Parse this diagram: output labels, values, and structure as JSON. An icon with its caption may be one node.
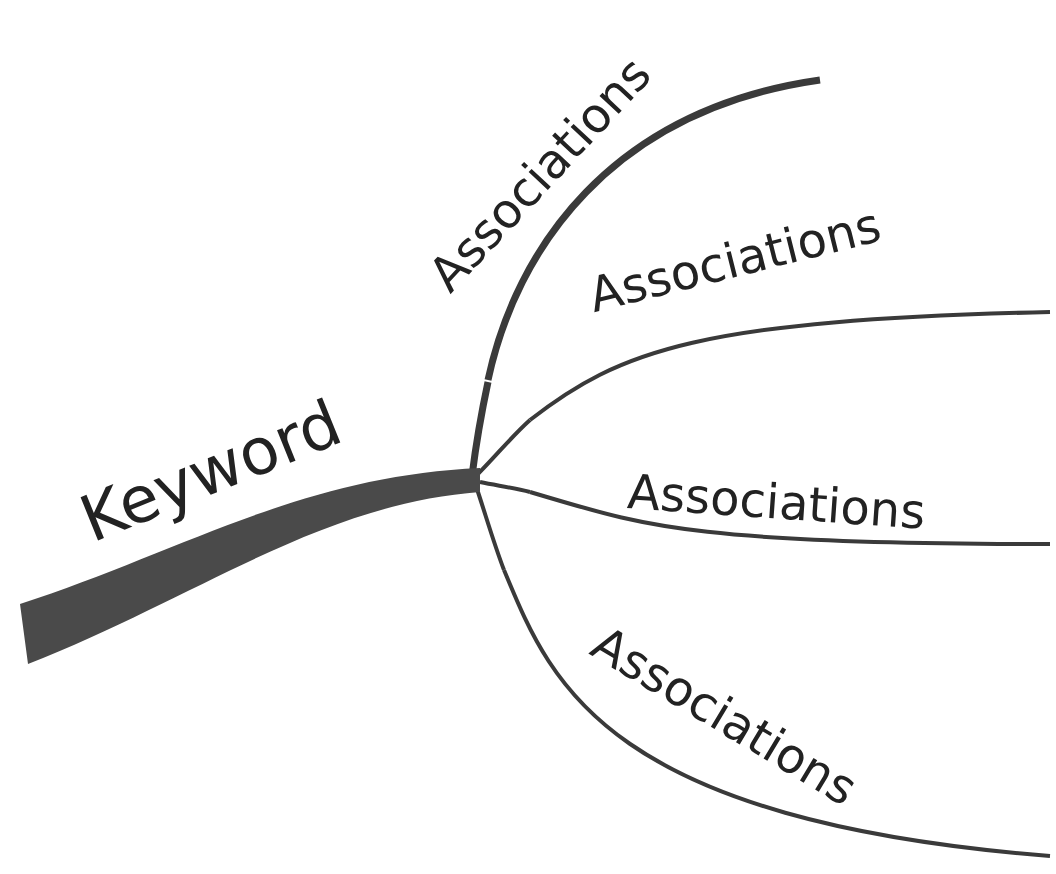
{
  "diagram": {
    "nodes": [
      {
        "text": [
          "Keyword"
        ]
      },
      {
        "text": [
          "Associations"
        ]
      },
      {
        "text": [
          "Associations"
        ]
      },
      {
        "text": [
          "Associations"
        ]
      },
      {
        "text": [
          "Associations"
        ]
      }
    ],
    "edges": [
      {
        "from": 0,
        "to": 1,
        "arrow": "none"
      },
      {
        "from": 0,
        "to": 2,
        "arrow": "none"
      },
      {
        "from": 0,
        "to": 3,
        "arrow": "none"
      },
      {
        "from": 0,
        "to": 4,
        "arrow": "none"
      }
    ]
  }
}
